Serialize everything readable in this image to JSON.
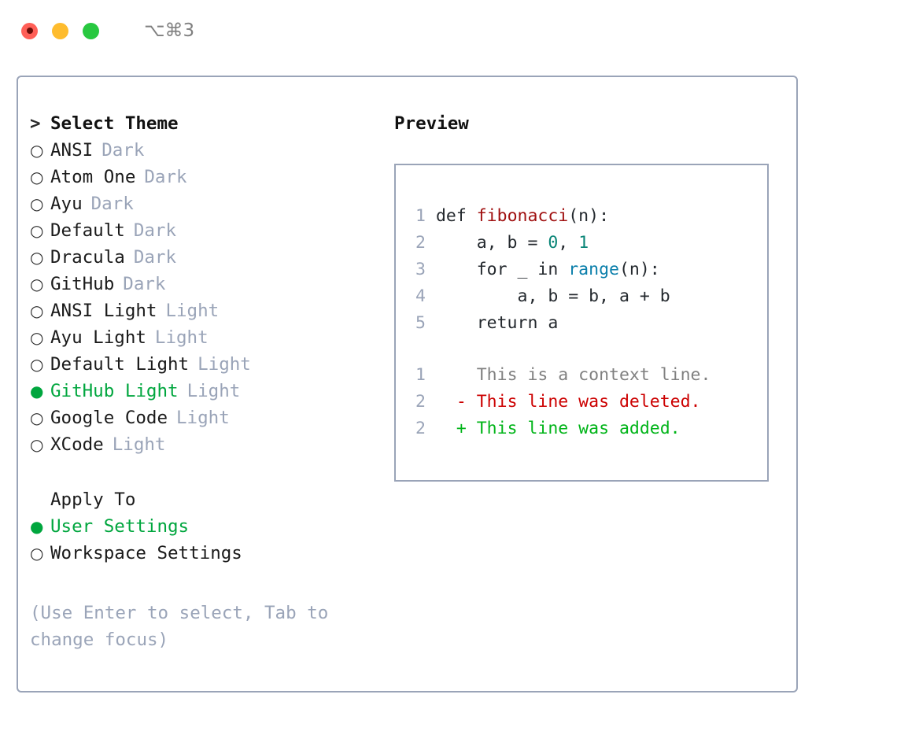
{
  "titlebar": {
    "shortcut": "⌥⌘3",
    "lights": [
      "close-red",
      "minimize-yellow",
      "zoom-green"
    ]
  },
  "left_panel": {
    "header": {
      "marker": ">",
      "label": "Select Theme"
    },
    "themes": [
      {
        "marker": "○",
        "label": "ANSI",
        "variant": "Dark",
        "selected": false
      },
      {
        "marker": "○",
        "label": "Atom One",
        "variant": "Dark",
        "selected": false
      },
      {
        "marker": "○",
        "label": "Ayu",
        "variant": "Dark",
        "selected": false
      },
      {
        "marker": "○",
        "label": "Default",
        "variant": "Dark",
        "selected": false
      },
      {
        "marker": "○",
        "label": "Dracula",
        "variant": "Dark",
        "selected": false
      },
      {
        "marker": "○",
        "label": "GitHub",
        "variant": "Dark",
        "selected": false
      },
      {
        "marker": "○",
        "label": "ANSI Light",
        "variant": "Light",
        "selected": false
      },
      {
        "marker": "○",
        "label": "Ayu Light",
        "variant": "Light",
        "selected": false
      },
      {
        "marker": "○",
        "label": "Default Light",
        "variant": "Light",
        "selected": false
      },
      {
        "marker": "●",
        "label": "GitHub Light",
        "variant": "Light",
        "selected": true
      },
      {
        "marker": "○",
        "label": "Google Code",
        "variant": "Light",
        "selected": false
      },
      {
        "marker": "○",
        "label": "XCode",
        "variant": "Light",
        "selected": false
      }
    ],
    "apply_to": {
      "title": "Apply To",
      "options": [
        {
          "marker": "●",
          "label": "User Settings",
          "selected": true
        },
        {
          "marker": "○",
          "label": "Workspace Settings",
          "selected": false
        }
      ]
    },
    "hint": "(Use Enter to select, Tab to change focus)"
  },
  "right_panel": {
    "title": "Preview",
    "code_lines": [
      {
        "num": "1",
        "tokens": [
          {
            "t": "def ",
            "c": "plain"
          },
          {
            "t": "fibonacci",
            "c": "fn"
          },
          {
            "t": "(n):",
            "c": "plain"
          }
        ]
      },
      {
        "num": "2",
        "tokens": [
          {
            "t": "    a, b = ",
            "c": "plain"
          },
          {
            "t": "0",
            "c": "num"
          },
          {
            "t": ", ",
            "c": "plain"
          },
          {
            "t": "1",
            "c": "num"
          }
        ]
      },
      {
        "num": "3",
        "tokens": [
          {
            "t": "    for _ in ",
            "c": "plain"
          },
          {
            "t": "range",
            "c": "call"
          },
          {
            "t": "(n):",
            "c": "plain"
          }
        ]
      },
      {
        "num": "4",
        "tokens": [
          {
            "t": "        a, b = b, a + b",
            "c": "plain"
          }
        ]
      },
      {
        "num": "5",
        "tokens": [
          {
            "t": "    return a",
            "c": "plain"
          }
        ]
      }
    ],
    "diff_lines": [
      {
        "num": "1",
        "sign": " ",
        "text": "This is a context line.",
        "kind": "ctx"
      },
      {
        "num": "2",
        "sign": "-",
        "text": "This line was deleted.",
        "kind": "del"
      },
      {
        "num": "2",
        "sign": "+",
        "text": "This line was added.",
        "kind": "add"
      }
    ]
  },
  "colors": {
    "accent_green": "#00a63e",
    "border": "#9aa4b8",
    "muted": "#9aa4b8",
    "diff_add": "#00b418",
    "diff_del": "#cc0000",
    "diff_ctx": "#808080",
    "syntax_function": "#a01010",
    "syntax_number": "#0a8577",
    "syntax_call": "#0b7fab",
    "light_red": "#ff5f57",
    "light_yellow": "#febc2e",
    "light_green": "#28c840"
  }
}
